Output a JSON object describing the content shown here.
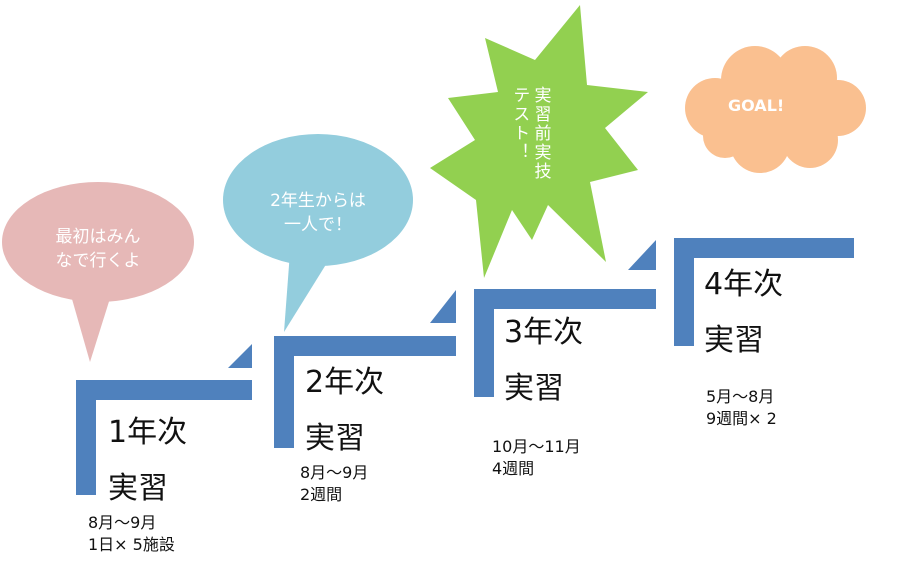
{
  "title": "",
  "colors": {
    "step": "#4f81bd",
    "bubble_pink": "#e6b8b7",
    "bubble_blue": "#93cddd",
    "burst_green": "#92d050",
    "cloud_orange": "#fac090",
    "bubble_text": "#ffffff",
    "label_text": "#111111"
  },
  "steps": [
    {
      "year": "1年次",
      "label": "実習",
      "detail1": "8月～9月",
      "detail2": "1日× 5施設"
    },
    {
      "year": "2年次",
      "label": "実習",
      "detail1": "8月～9月",
      "detail2": "2週間"
    },
    {
      "year": "3年次",
      "label": "実習",
      "detail1": "10月～11月",
      "detail2": "4週間"
    },
    {
      "year": "4年次",
      "label": "実習",
      "detail1": "5月～8月",
      "detail2": "9週間× 2"
    }
  ],
  "callouts": {
    "pink": {
      "line1": "最初はみん",
      "line2": "なで行くよ"
    },
    "blue": {
      "line1": "2年生からは",
      "line2": "一人で！"
    },
    "burst": {
      "col1": "実習前実技",
      "col2": "テスト！"
    },
    "goal": "GOAL!"
  }
}
